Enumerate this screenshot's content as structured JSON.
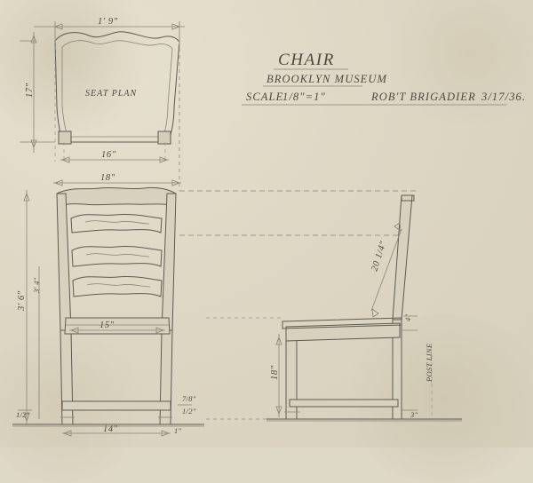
{
  "document": {
    "type": "measured-drawing",
    "medium": "graphite pencil on cream paper",
    "paper_color": "#ded8c6",
    "line_color": "#5d5a52"
  },
  "title_block": {
    "title": "CHAIR",
    "institution": "BROOKLYN MUSEUM",
    "scale_label": "SCALE",
    "scale_value": "1/8\"=1\"",
    "draftsman": "ROB'T BRIGADIER",
    "date": "3/17/36."
  },
  "views": {
    "plan": {
      "label": "SEAT PLAN"
    },
    "front": {
      "label": ""
    },
    "side": {
      "label": ""
    }
  },
  "dimensions": {
    "plan_width": "1' 9\"",
    "plan_depth": "17\"",
    "seat_back_width": "16\"",
    "seat_front_width": "18\"",
    "front_seat_rail": "15\"",
    "floor_width": "14\"",
    "back_height": "3' 6\"",
    "back_height_alt": "3' 4\"",
    "side_back_slope": "20 1/4\"",
    "seat_height": "18\"",
    "rail_thickness_top": "7/8\"",
    "rail_thickness_bottom": "1/2\"",
    "leg_taper": "4\"",
    "foot_right": "3\"",
    "foot_left": "1/2\"",
    "small_left": "1/2\"",
    "stretcher_note": "1\"",
    "edge_note": "POST LINE"
  },
  "annotations": [
    {
      "name": "plan-width",
      "text": "1' 9\""
    },
    {
      "name": "plan-depth",
      "text": "17\""
    },
    {
      "name": "seat-plan-label",
      "text": "SEAT PLAN"
    },
    {
      "name": "back-width",
      "text": "16\""
    },
    {
      "name": "front-width",
      "text": "18\""
    },
    {
      "name": "front-rail-width",
      "text": "15\""
    },
    {
      "name": "floor-width",
      "text": "14\""
    },
    {
      "name": "overall-height",
      "text": "3' 6\""
    },
    {
      "name": "back-slope-length",
      "text": "20 1/4\""
    },
    {
      "name": "seat-height",
      "text": "18\""
    },
    {
      "name": "leg-dim-4",
      "text": "4\""
    },
    {
      "name": "foot-dim-3",
      "text": "3\""
    },
    {
      "name": "fraction-7-8",
      "text": "7/8\""
    },
    {
      "name": "fraction-1-2",
      "text": "1/2\""
    }
  ]
}
